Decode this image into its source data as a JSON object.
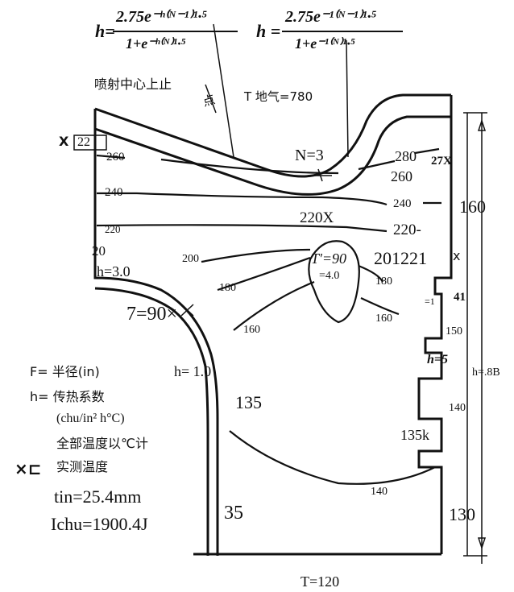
{
  "formulas": [
    {
      "h": "h=",
      "numerator": "2.75e⁻ʰ⁽ᴺ⁻¹⁾¹·⁵",
      "denominator": "1+e⁻ʰ⁽ᴺ⁾¹·⁵"
    },
    {
      "h": "h =",
      "numerator": "2.75e⁻¹⁽ᴺ⁻¹⁾¹·⁵",
      "denominator": "1+e⁻¹⁽ᴺ⁾¹·⁵"
    }
  ],
  "labels": {
    "spray": "喷射中心上止",
    "dian": "点",
    "t_top": "T  地气=780",
    "x22": "X",
    "box22": "22",
    "n3": "N=3",
    "t280": "280",
    "t260r": "260",
    "t27": "27X",
    "t260l": "260",
    "t240l": "240",
    "t240r": "240",
    "t160r": "160",
    "t220x": "220X",
    "t220l": "220",
    "t220r": "220-",
    "t20": "20",
    "t200": "200",
    "tprime": "T'=90",
    "t201221": "201221",
    "tx": "x",
    "h30": "h=3.0",
    "t40": "=4.0",
    "t180l": "180",
    "t180r": "180",
    "eq1": "=1",
    "t41": "41",
    "t790": "7=90×",
    "t160l": "160",
    "t160m": "160",
    "t150": "150",
    "h5": "h=5",
    "h8b": "h=.8B",
    "f_radius": "F= 半径(in)",
    "h10": "h=  1.0",
    "h_coef": "h= 传热系数",
    "unit": "(chu/in² h°C)",
    "t135": "135",
    "t140r": "140",
    "all_temp": "全部温度以℃计",
    "t135k": "135k",
    "xc": "×⊏",
    "measured": "实测温度",
    "tin": "tin=25.4mm",
    "ichu": "Ichu=1900.4J",
    "t35": "35",
    "t140b": "140",
    "t130": "130",
    "t120": "T=120"
  }
}
